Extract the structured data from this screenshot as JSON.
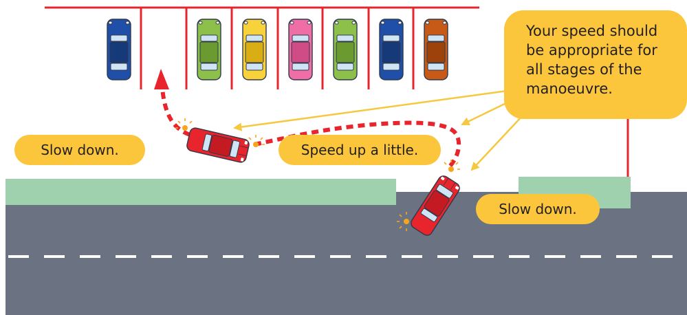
{
  "callouts": {
    "speed_note": {
      "lines": [
        "Your speed should",
        "be appropriate for",
        "all stages of the",
        "manoeuvre."
      ]
    },
    "slow_down_left": "Slow down.",
    "speed_up": "Speed up a little.",
    "slow_down_right": "Slow down."
  },
  "parked_cars": [
    {
      "body": "#1f4fa8",
      "roof": "#16397a"
    },
    {
      "body": "#8cc04a",
      "roof": "#6a9a30"
    },
    {
      "body": "#f7d23a",
      "roof": "#d9ae15"
    },
    {
      "body": "#ef6ea6",
      "roof": "#cf4c86"
    },
    {
      "body": "#8cc04a",
      "roof": "#6a9a30"
    },
    {
      "body": "#1f4fa8",
      "roof": "#16397a"
    },
    {
      "body": "#c85a18",
      "roof": "#9e420c"
    }
  ],
  "colors": {
    "road": "#6b7282",
    "verge": "#9fd1ae",
    "bay_lines": "#e8242c",
    "path": "#e8242c",
    "callout": "#fcc63c",
    "arrow": "#f5c840",
    "moving_car": "#e8242c",
    "indicator": "#f7a51c"
  }
}
